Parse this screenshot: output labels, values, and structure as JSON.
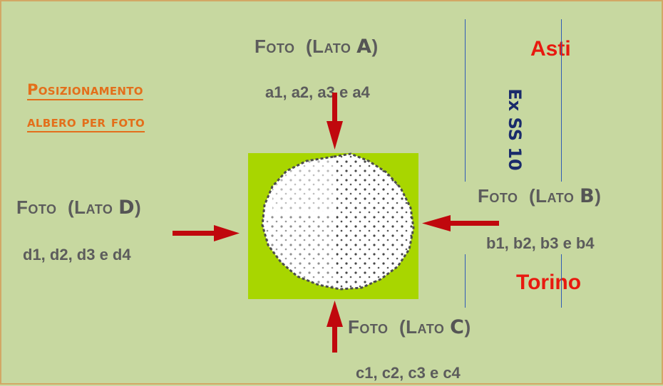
{
  "title": {
    "line1": "Posizionamento",
    "line2": "albero per foto"
  },
  "road_label": "Ex SS 10",
  "cities": {
    "north": "Asti",
    "south": "Torino"
  },
  "sides": {
    "a": {
      "prefix": "Foto",
      "lato_open": "(Lato ",
      "letter": "A",
      "close": ")",
      "photos": "a1, a2, a3  e a4"
    },
    "b": {
      "prefix": "Foto",
      "lato_open": "(Lato ",
      "letter": "B",
      "close": ")",
      "photos": "b1, b2, b3  e b4"
    },
    "c": {
      "prefix": "Foto",
      "lato_open": "(Lato ",
      "letter": "C",
      "close": ")",
      "photos": "c1, c2, c3  e c4"
    },
    "d": {
      "prefix": "Foto",
      "lato_open": "(Lato ",
      "letter": "D",
      "close": ")",
      "photos": "d1, d2, d3  e d4"
    }
  },
  "colors": {
    "background": "#c7d8a0",
    "arrow": "#c0080d",
    "tree_square": "#a8d600",
    "title": "#e36f1b",
    "city": "#e8190f",
    "road": "#1a2b6b",
    "lines": "#2f5bb5"
  },
  "icons": {
    "tree": "tree-canopy-icon"
  }
}
